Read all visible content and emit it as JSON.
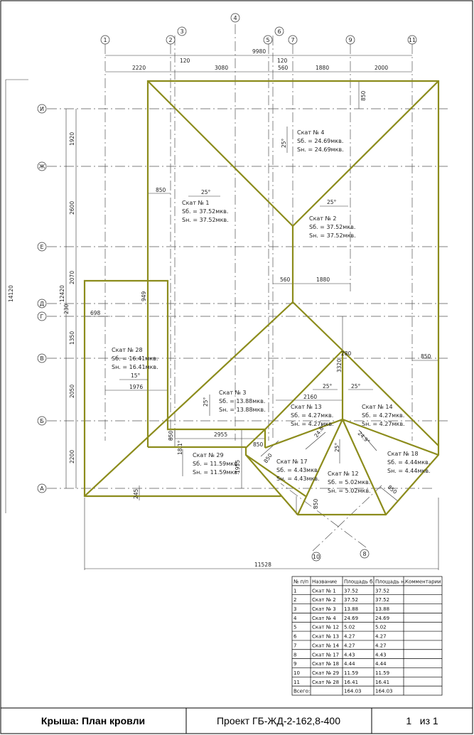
{
  "axes_columns": [
    "1",
    "2",
    "3",
    "4",
    "5",
    "6",
    "7",
    "9",
    "11"
  ],
  "axes_rows": [
    "И",
    "Ж",
    "Е",
    "Д",
    "Г",
    "В",
    "Б",
    "А"
  ],
  "axes_extra": [
    "10",
    "8"
  ],
  "dims_top": {
    "total": "9980",
    "d1": "2220",
    "d2": "120",
    "d3": "3080",
    "d4": "120",
    "d5": "560",
    "d6": "1880",
    "d7": "2000"
  },
  "dims_left": {
    "total": "14120",
    "sub": "12420",
    "d1": "1920",
    "d2": "2600",
    "d3": "2070",
    "d4": "230",
    "d5": "1350",
    "d6": "2050",
    "d7": "2200"
  },
  "dims_bottom": "11528",
  "dims_inner": {
    "top_850": "850",
    "left_850": "850",
    "mid_560": "560",
    "mid_1880": "1880",
    "d949": "949",
    "d698": "698",
    "d1976": "1976",
    "d2955": "2955",
    "d850a": "850",
    "d1955": "1955",
    "d850b": "850",
    "d245": "245",
    "d850r": "850",
    "d3320": "3320",
    "d280": "280",
    "d2160": "2160",
    "d850c": "850",
    "d850d": "850",
    "d850e": "850"
  },
  "angles": {
    "a1": "25°",
    "a2": "25°",
    "a4": "25°",
    "a3": "25°",
    "a28": "15°",
    "a29": "18.1°",
    "a13": "25°",
    "a14": "25°",
    "a17": "24.8°",
    "a12": "25°",
    "a18": "24.9°"
  },
  "slopes": [
    {
      "name": "Скат № 1",
      "sb": "Sб. = 37.52мкв.",
      "sn": "Sн. = 37.52мкв."
    },
    {
      "name": "Скат № 2",
      "sb": "Sб. = 37.52мкв.",
      "sn": "Sн. = 37.52мкв."
    },
    {
      "name": "Скат № 4",
      "sb": "Sб. = 24.69мкв.",
      "sn": "Sн. = 24.69мкв."
    },
    {
      "name": "Скат № 3",
      "sb": "Sб. = 13.88мкв.",
      "sn": "Sн. = 13.88мкв."
    },
    {
      "name": "Скат № 28",
      "sb": "Sб. = 16.41мкв.",
      "sn": "Sн. = 16.41мкв."
    },
    {
      "name": "Скат № 29",
      "sb": "Sб. = 11.59мкв.",
      "sn": "Sн. = 11.59мкв."
    },
    {
      "name": "Скат № 13",
      "sb": "Sб. = 4.27мкв.",
      "sn": "Sн. = 4.27мкв."
    },
    {
      "name": "Скат № 14",
      "sb": "Sб. = 4.27мкв.",
      "sn": "Sн. = 4.27мкв."
    },
    {
      "name": "Скат № 17",
      "sb": "Sб. = 4.43мкв.",
      "sn": "Sн. = 4.43мкв."
    },
    {
      "name": "Скат № 12",
      "sb": "Sб. = 5.02мкв.",
      "sn": "Sн. = 5.02мкв."
    },
    {
      "name": "Скат № 18",
      "sb": "Sб. = 4.44мкв.",
      "sn": "Sн. = 4.44мкв."
    }
  ],
  "table": {
    "headers": [
      "№ п/п",
      "Название",
      "Площадь б.",
      "Площадь н.",
      "Комментарии"
    ],
    "rows": [
      [
        "1",
        "Скат № 1",
        "37.52",
        "37.52",
        ""
      ],
      [
        "2",
        "Скат № 2",
        "37.52",
        "37.52",
        ""
      ],
      [
        "3",
        "Скат № 3",
        "13.88",
        "13.88",
        ""
      ],
      [
        "4",
        "Скат № 4",
        "24.69",
        "24.69",
        ""
      ],
      [
        "5",
        "Скат № 12",
        "5.02",
        "5.02",
        ""
      ],
      [
        "6",
        "Скат № 13",
        "4.27",
        "4.27",
        ""
      ],
      [
        "7",
        "Скат № 14",
        "4.27",
        "4.27",
        ""
      ],
      [
        "8",
        "Скат № 17",
        "4.43",
        "4.43",
        ""
      ],
      [
        "9",
        "Скат № 18",
        "4.44",
        "4.44",
        ""
      ],
      [
        "10",
        "Скат № 29",
        "11.59",
        "11.59",
        ""
      ],
      [
        "11",
        "Скат № 28",
        "16.41",
        "16.41",
        ""
      ],
      [
        "Всего:",
        "",
        "164.03",
        "164.03",
        ""
      ]
    ]
  },
  "title_block": {
    "title": "Крыша: План кровли",
    "project": "Проект ГБ-ЖД-2-162,8-400",
    "sheet": "1   из 1"
  },
  "colors": {
    "roof": "#8c8c1c",
    "lines": "#333333"
  }
}
